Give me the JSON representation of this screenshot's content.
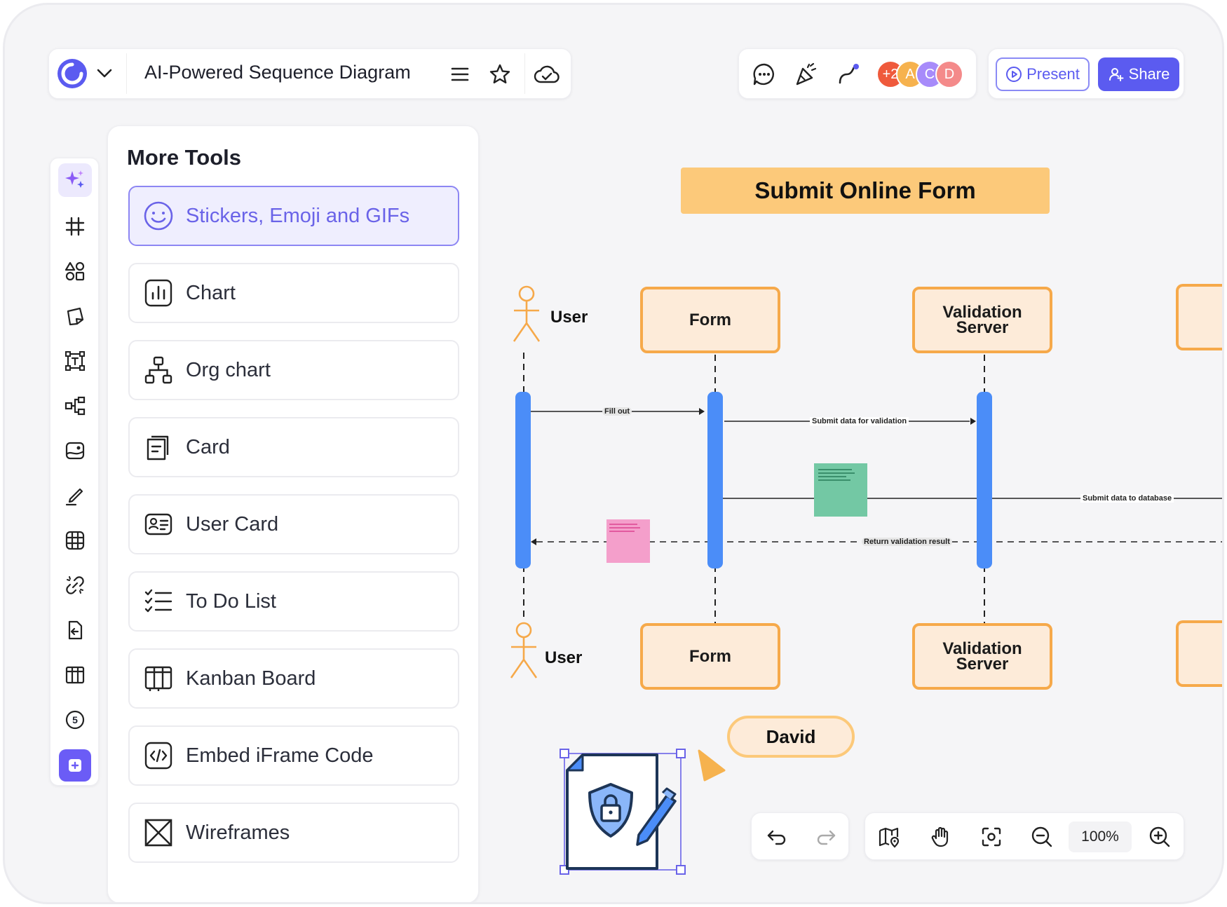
{
  "header": {
    "title": "AI-Powered Sequence Diagram",
    "avatars": [
      {
        "label": "+2",
        "color": "#ef5a3c"
      },
      {
        "label": "A",
        "color": "#f6b24e"
      },
      {
        "label": "C",
        "color": "#a78bfa"
      },
      {
        "label": "D",
        "color": "#f48a8a"
      }
    ],
    "present_label": "Present",
    "share_label": "Share"
  },
  "panel": {
    "title": "More Tools",
    "tools": [
      {
        "label": "Stickers, Emoji and GIFs",
        "icon": "smile-icon",
        "selected": true
      },
      {
        "label": "Chart",
        "icon": "chart-icon"
      },
      {
        "label": "Org chart",
        "icon": "org-chart-icon"
      },
      {
        "label": "Card",
        "icon": "card-icon"
      },
      {
        "label": "User Card",
        "icon": "user-card-icon"
      },
      {
        "label": "To Do List",
        "icon": "todo-list-icon"
      },
      {
        "label": "Kanban Board",
        "icon": "kanban-icon"
      },
      {
        "label": "Embed iFrame Code",
        "icon": "embed-code-icon"
      },
      {
        "label": "Wireframes",
        "icon": "wireframe-icon"
      }
    ]
  },
  "rail": {
    "icons": [
      "ai-sparkle-icon",
      "grid-hash-icon",
      "shapes-icon",
      "sticky-note-icon",
      "text-frame-icon",
      "mind-map-icon",
      "image-icon",
      "pen-icon",
      "table-icon",
      "link-icon",
      "import-icon",
      "kanban-icon",
      "number-badge-icon",
      "more-tools-icon"
    ],
    "badge_number": "5"
  },
  "diagram": {
    "title": "Submit Online Form",
    "actor_top_label": "User",
    "actor_bottom_label": "User",
    "boxes": {
      "form_top": "Form",
      "form_bottom": "Form",
      "validation_top_line1": "Validation",
      "validation_top_line2": "Server",
      "validation_bottom_line1": "Validation",
      "validation_bottom_line2": "Server"
    },
    "messages": {
      "m1": "Fill out",
      "m2": "Submit data for validation",
      "m3": "Submit data to database",
      "m4": "Return validation result"
    },
    "cursor_label": "David"
  },
  "bottom": {
    "zoom_label": "100%"
  },
  "colors": {
    "accent": "#5b5bf0",
    "title_bg": "#fcc97a",
    "lifeline": "#4b8df8",
    "actor_border": "#f6a94a",
    "actor_fill": "#fdebd9",
    "note_green": "#73c8a4",
    "note_pink": "#f49fcb"
  }
}
